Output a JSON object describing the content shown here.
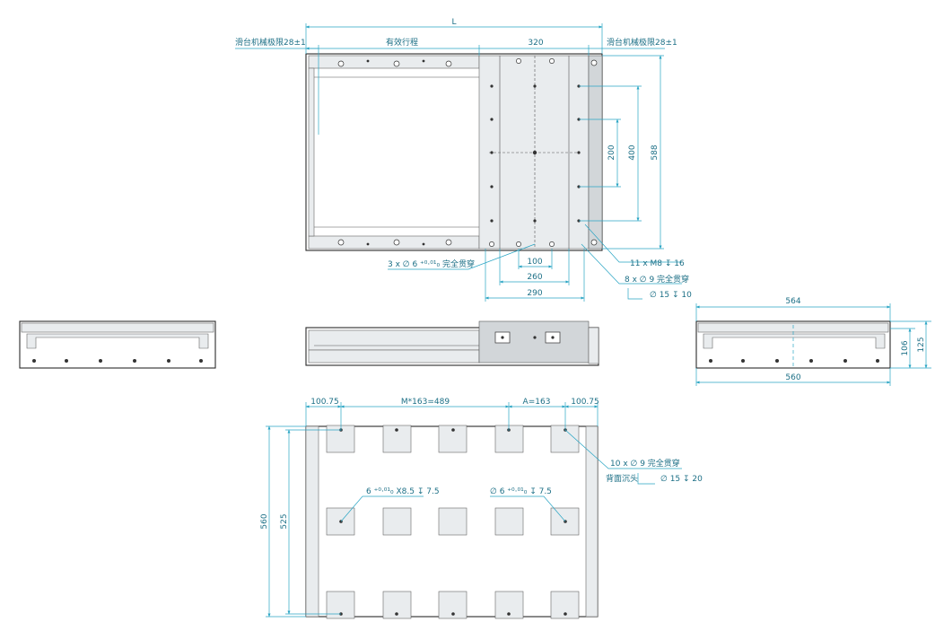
{
  "top_view": {
    "overall": "L",
    "left_stroke": "滑台机械极限28±1",
    "effective_stroke": "有效行程",
    "table_width": "320",
    "right_stroke": "滑台机械极限28±1",
    "dim_200": "200",
    "dim_400": "400",
    "dim_588": "588",
    "dim_100": "100",
    "dim_260": "260",
    "dim_290": "290",
    "note_left": "3 x ∅ 6 ⁺⁰·⁰¹₀ 完全贯穿",
    "note_m8": "11 x M8 ↧ 16",
    "note_9": "8 x ∅ 9 完全贯穿",
    "note_15": "∅ 15 ↧ 10"
  },
  "side_view": {
    "dim_564": "564",
    "dim_560": "560",
    "dim_106": "106",
    "dim_125": "125"
  },
  "bottom_view": {
    "dim_10075_left": "100.75",
    "dim_m163": "M*163=489",
    "dim_a163": "A=163",
    "dim_10075_right": "100.75",
    "note_holes": "10 x ∅ 9 完全贯穿",
    "note_counter": "背面沉头",
    "note_counter_dim": "∅ 15 ↧ 20",
    "note_pin_left": "6 ⁺⁰·⁰¹₀ X8.5 ↧ 7.5",
    "note_pin_right": "∅ 6 ⁺⁰·⁰¹₀ ↧ 7.5",
    "dim_560": "560",
    "dim_525": "525"
  }
}
